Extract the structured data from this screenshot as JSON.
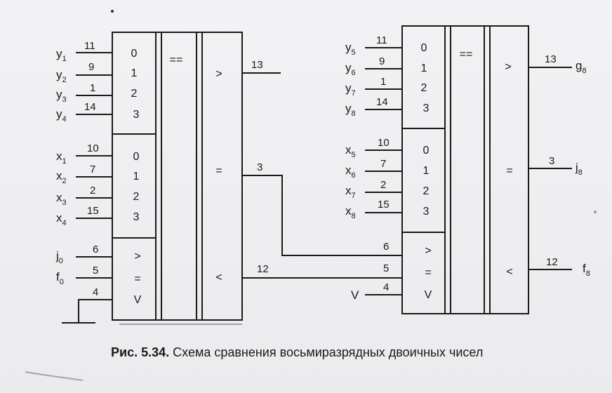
{
  "caption": {
    "label": "Рис. 5.34.",
    "text": "Схема сравнения восьмиразрядных двоичных чисел"
  },
  "left_comparator": {
    "inputs_y": [
      {
        "sig": "y",
        "sub": "1",
        "pin": "11",
        "cell": "0"
      },
      {
        "sig": "y",
        "sub": "2",
        "pin": "9",
        "cell": "1"
      },
      {
        "sig": "y",
        "sub": "3",
        "pin": "1",
        "cell": "2"
      },
      {
        "sig": "y",
        "sub": "4",
        "pin": "14",
        "cell": "3"
      }
    ],
    "inputs_x": [
      {
        "sig": "x",
        "sub": "1",
        "pin": "10",
        "cell": "0"
      },
      {
        "sig": "x",
        "sub": "2",
        "pin": "7",
        "cell": "1"
      },
      {
        "sig": "x",
        "sub": "3",
        "pin": "2",
        "cell": "2"
      },
      {
        "sig": "x",
        "sub": "4",
        "pin": "15",
        "cell": "3"
      }
    ],
    "cascade_inputs": [
      {
        "sig": "j",
        "sub": "0",
        "pin": "6",
        "cell": ">"
      },
      {
        "sig": "f",
        "sub": "0",
        "pin": "5",
        "cell": "="
      },
      {
        "sig": "",
        "sub": "",
        "pin": "4",
        "cell": "V"
      }
    ],
    "function_label": "==",
    "outputs": [
      {
        "cell": ">",
        "pin": "13"
      },
      {
        "cell": "=",
        "pin": "3"
      },
      {
        "cell": "<",
        "pin": "12"
      }
    ]
  },
  "right_comparator": {
    "inputs_y": [
      {
        "sig": "y",
        "sub": "5",
        "pin": "11",
        "cell": "0"
      },
      {
        "sig": "y",
        "sub": "6",
        "pin": "9",
        "cell": "1"
      },
      {
        "sig": "y",
        "sub": "7",
        "pin": "1",
        "cell": "2"
      },
      {
        "sig": "y",
        "sub": "8",
        "pin": "14",
        "cell": "3"
      }
    ],
    "inputs_x": [
      {
        "sig": "x",
        "sub": "5",
        "pin": "10",
        "cell": "0"
      },
      {
        "sig": "x",
        "sub": "6",
        "pin": "7",
        "cell": "1"
      },
      {
        "sig": "x",
        "sub": "7",
        "pin": "2",
        "cell": "2"
      },
      {
        "sig": "x",
        "sub": "8",
        "pin": "15",
        "cell": "3"
      }
    ],
    "cascade_inputs": [
      {
        "sig": "",
        "sub": "",
        "pin": "6",
        "cell": ">"
      },
      {
        "sig": "",
        "sub": "",
        "pin": "5",
        "cell": "="
      },
      {
        "sig": "V",
        "sub": "",
        "pin": "4",
        "cell": "V"
      }
    ],
    "function_label": "==",
    "outputs": [
      {
        "cell": ">",
        "pin": "13",
        "sig": "g",
        "sub": "8"
      },
      {
        "cell": "=",
        "pin": "3",
        "sig": "j",
        "sub": "8"
      },
      {
        "cell": "<",
        "pin": "12",
        "sig": "f",
        "sub": "8"
      }
    ]
  }
}
